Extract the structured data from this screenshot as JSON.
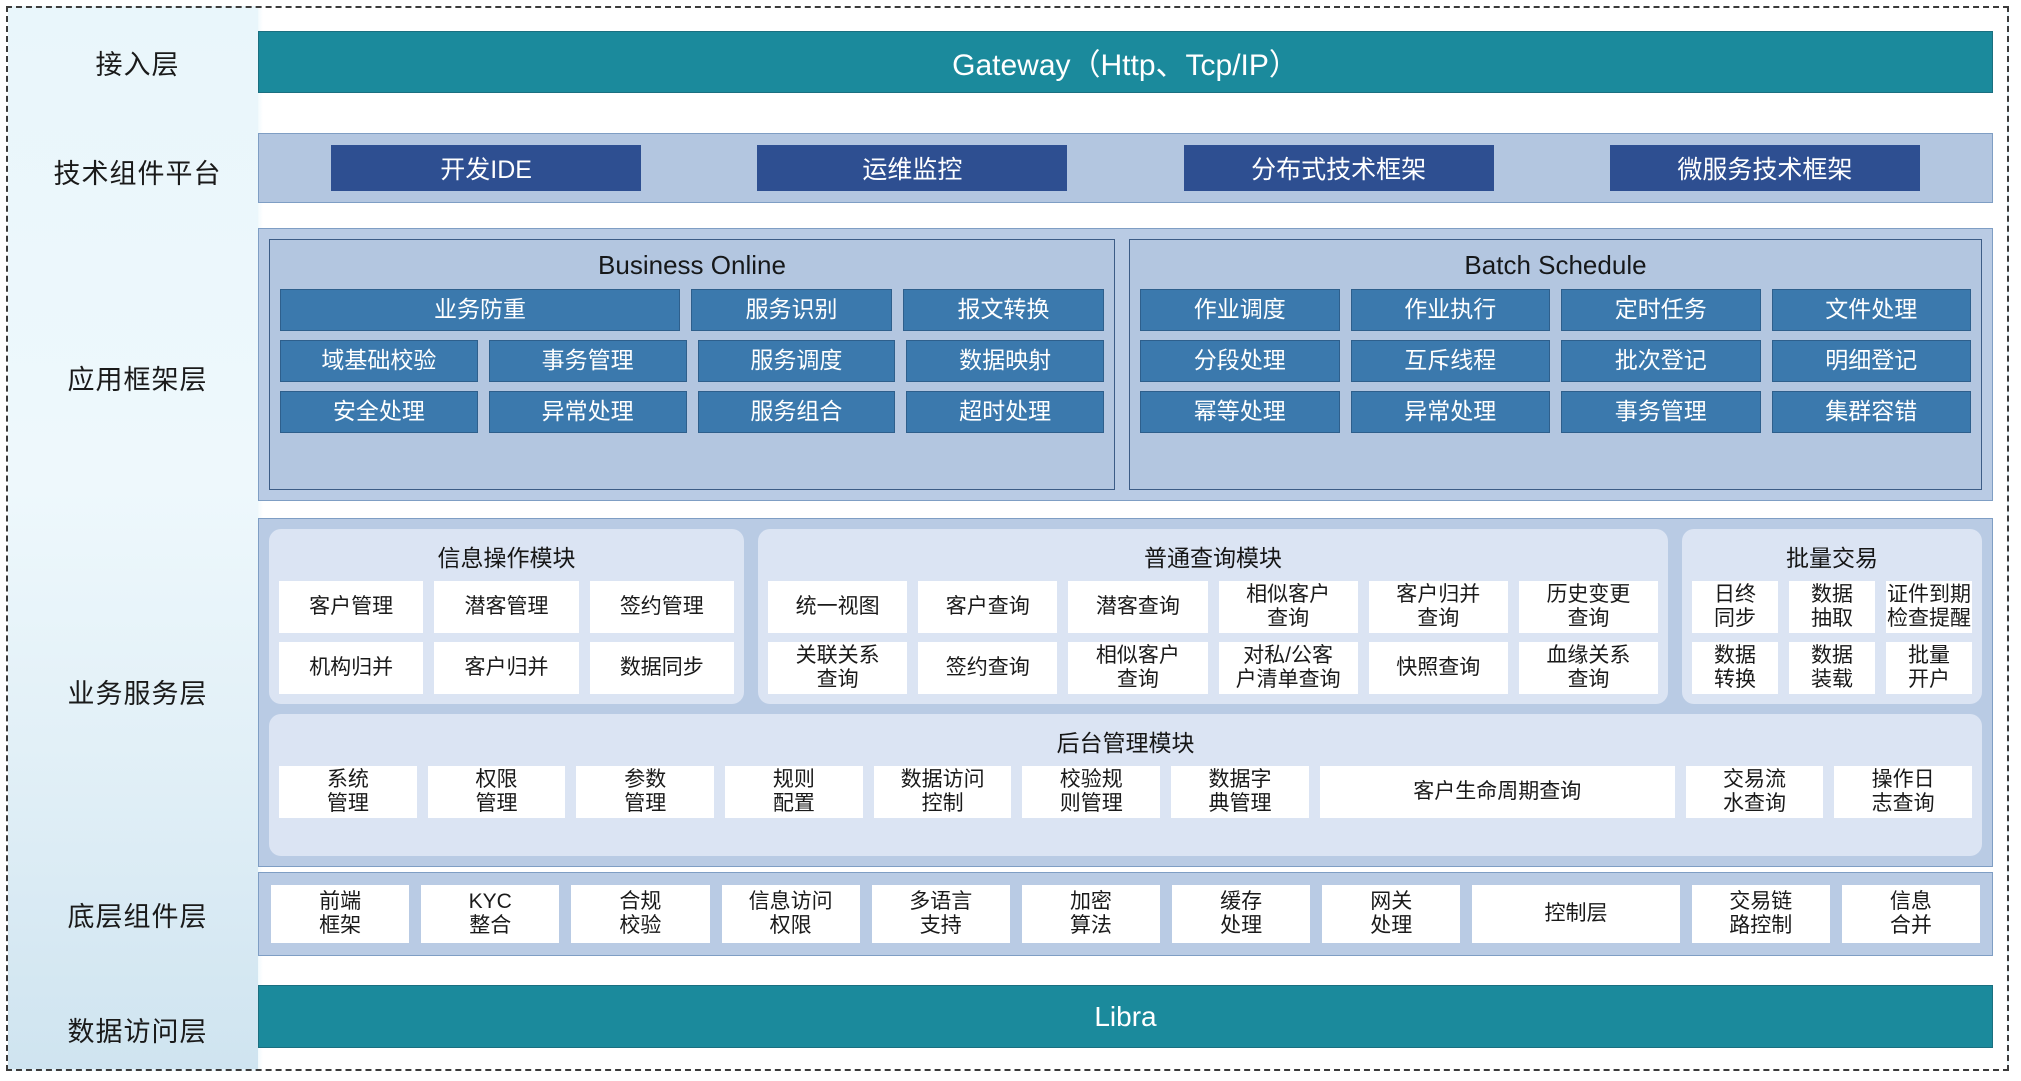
{
  "layers": {
    "access": {
      "label": "接入层",
      "bar_text": "Gateway（Http、Tcp/IP）",
      "color": "#1b8a9c"
    },
    "tech_platform": {
      "label": "技术组件平台",
      "chips": [
        "开发IDE",
        "运维监控",
        "分布式技术框架",
        "微服务技术框架"
      ],
      "chip_color": "#2e4f91",
      "band_color": "#b3c6e0"
    },
    "app_framework": {
      "label": "应用框架层",
      "groups": [
        {
          "title": "Business Online",
          "rows": [
            [
              {
                "label": "业务防重",
                "span": 2
              },
              {
                "label": "服务识别",
                "span": 1
              },
              {
                "label": "报文转换",
                "span": 1
              }
            ],
            [
              {
                "label": "域基础校验",
                "span": 1
              },
              {
                "label": "事务管理",
                "span": 1
              },
              {
                "label": "服务调度",
                "span": 1
              },
              {
                "label": "数据映射",
                "span": 1
              }
            ],
            [
              {
                "label": "安全处理",
                "span": 1
              },
              {
                "label": "异常处理",
                "span": 1
              },
              {
                "label": "服务组合",
                "span": 1
              },
              {
                "label": "超时处理",
                "span": 1
              }
            ]
          ]
        },
        {
          "title": "Batch Schedule",
          "rows": [
            [
              {
                "label": "作业调度",
                "span": 1
              },
              {
                "label": "作业执行",
                "span": 1
              },
              {
                "label": "定时任务",
                "span": 1
              },
              {
                "label": "文件处理",
                "span": 1
              }
            ],
            [
              {
                "label": "分段处理",
                "span": 1
              },
              {
                "label": "互斥线程",
                "span": 1
              },
              {
                "label": "批次登记",
                "span": 1
              },
              {
                "label": "明细登记",
                "span": 1
              }
            ],
            [
              {
                "label": "幂等处理",
                "span": 1
              },
              {
                "label": "异常处理",
                "span": 1
              },
              {
                "label": "事务管理",
                "span": 1
              },
              {
                "label": "集群容错",
                "span": 1
              }
            ]
          ]
        }
      ]
    },
    "business_service": {
      "label": "业务服务层",
      "modules": [
        {
          "title": "信息操作模块",
          "rows": [
            [
              "客户管理",
              "潜客管理",
              "签约管理"
            ],
            [
              "机构归并",
              "客户归并",
              "数据同步"
            ]
          ]
        },
        {
          "title": "普通查询模块",
          "rows": [
            [
              "统一视图",
              "客户查询",
              "潜客查询",
              "相似客户\n查询",
              "客户归并\n查询",
              "历史变更\n查询"
            ],
            [
              "关联关系\n查询",
              "签约查询",
              "相似客户\n查询",
              "对私/公客\n户清单查询",
              "快照查询",
              "血缘关系\n查询"
            ]
          ]
        },
        {
          "title": "批量交易",
          "rows": [
            [
              "日终\n同步",
              "数据\n抽取",
              "证件到期\n检查提醒"
            ],
            [
              "数据\n转换",
              "数据\n装载",
              "批量\n开户"
            ]
          ]
        }
      ],
      "admin_module": {
        "title": "后台管理模块",
        "items": [
          {
            "label": "系统\n管理",
            "wide": false
          },
          {
            "label": "权限\n管理",
            "wide": false
          },
          {
            "label": "参数\n管理",
            "wide": false
          },
          {
            "label": "规则\n配置",
            "wide": false
          },
          {
            "label": "数据访问\n控制",
            "wide": false
          },
          {
            "label": "校验规\n则管理",
            "wide": false
          },
          {
            "label": "数据字\n典管理",
            "wide": false
          },
          {
            "label": "客户生命周期查询",
            "wide": true
          },
          {
            "label": "交易流\n水查询",
            "wide": false
          },
          {
            "label": "操作日\n志查询",
            "wide": false
          }
        ]
      }
    },
    "component": {
      "label": "底层组件层",
      "items": [
        {
          "label": "前端\n框架",
          "wide": false
        },
        {
          "label": "KYC\n整合",
          "wide": false
        },
        {
          "label": "合规\n校验",
          "wide": false
        },
        {
          "label": "信息访问\n权限",
          "wide": false
        },
        {
          "label": "多语言\n支持",
          "wide": false
        },
        {
          "label": "加密\n算法",
          "wide": false
        },
        {
          "label": "缓存\n处理",
          "wide": false
        },
        {
          "label": "网关\n处理",
          "wide": false
        },
        {
          "label": "控制层",
          "wide": true
        },
        {
          "label": "交易链\n路控制",
          "wide": false
        },
        {
          "label": "信息\n合并",
          "wide": false
        }
      ]
    },
    "data_access": {
      "label": "数据访问层",
      "bar_text": "Libra",
      "color": "#1b8a9c"
    }
  }
}
